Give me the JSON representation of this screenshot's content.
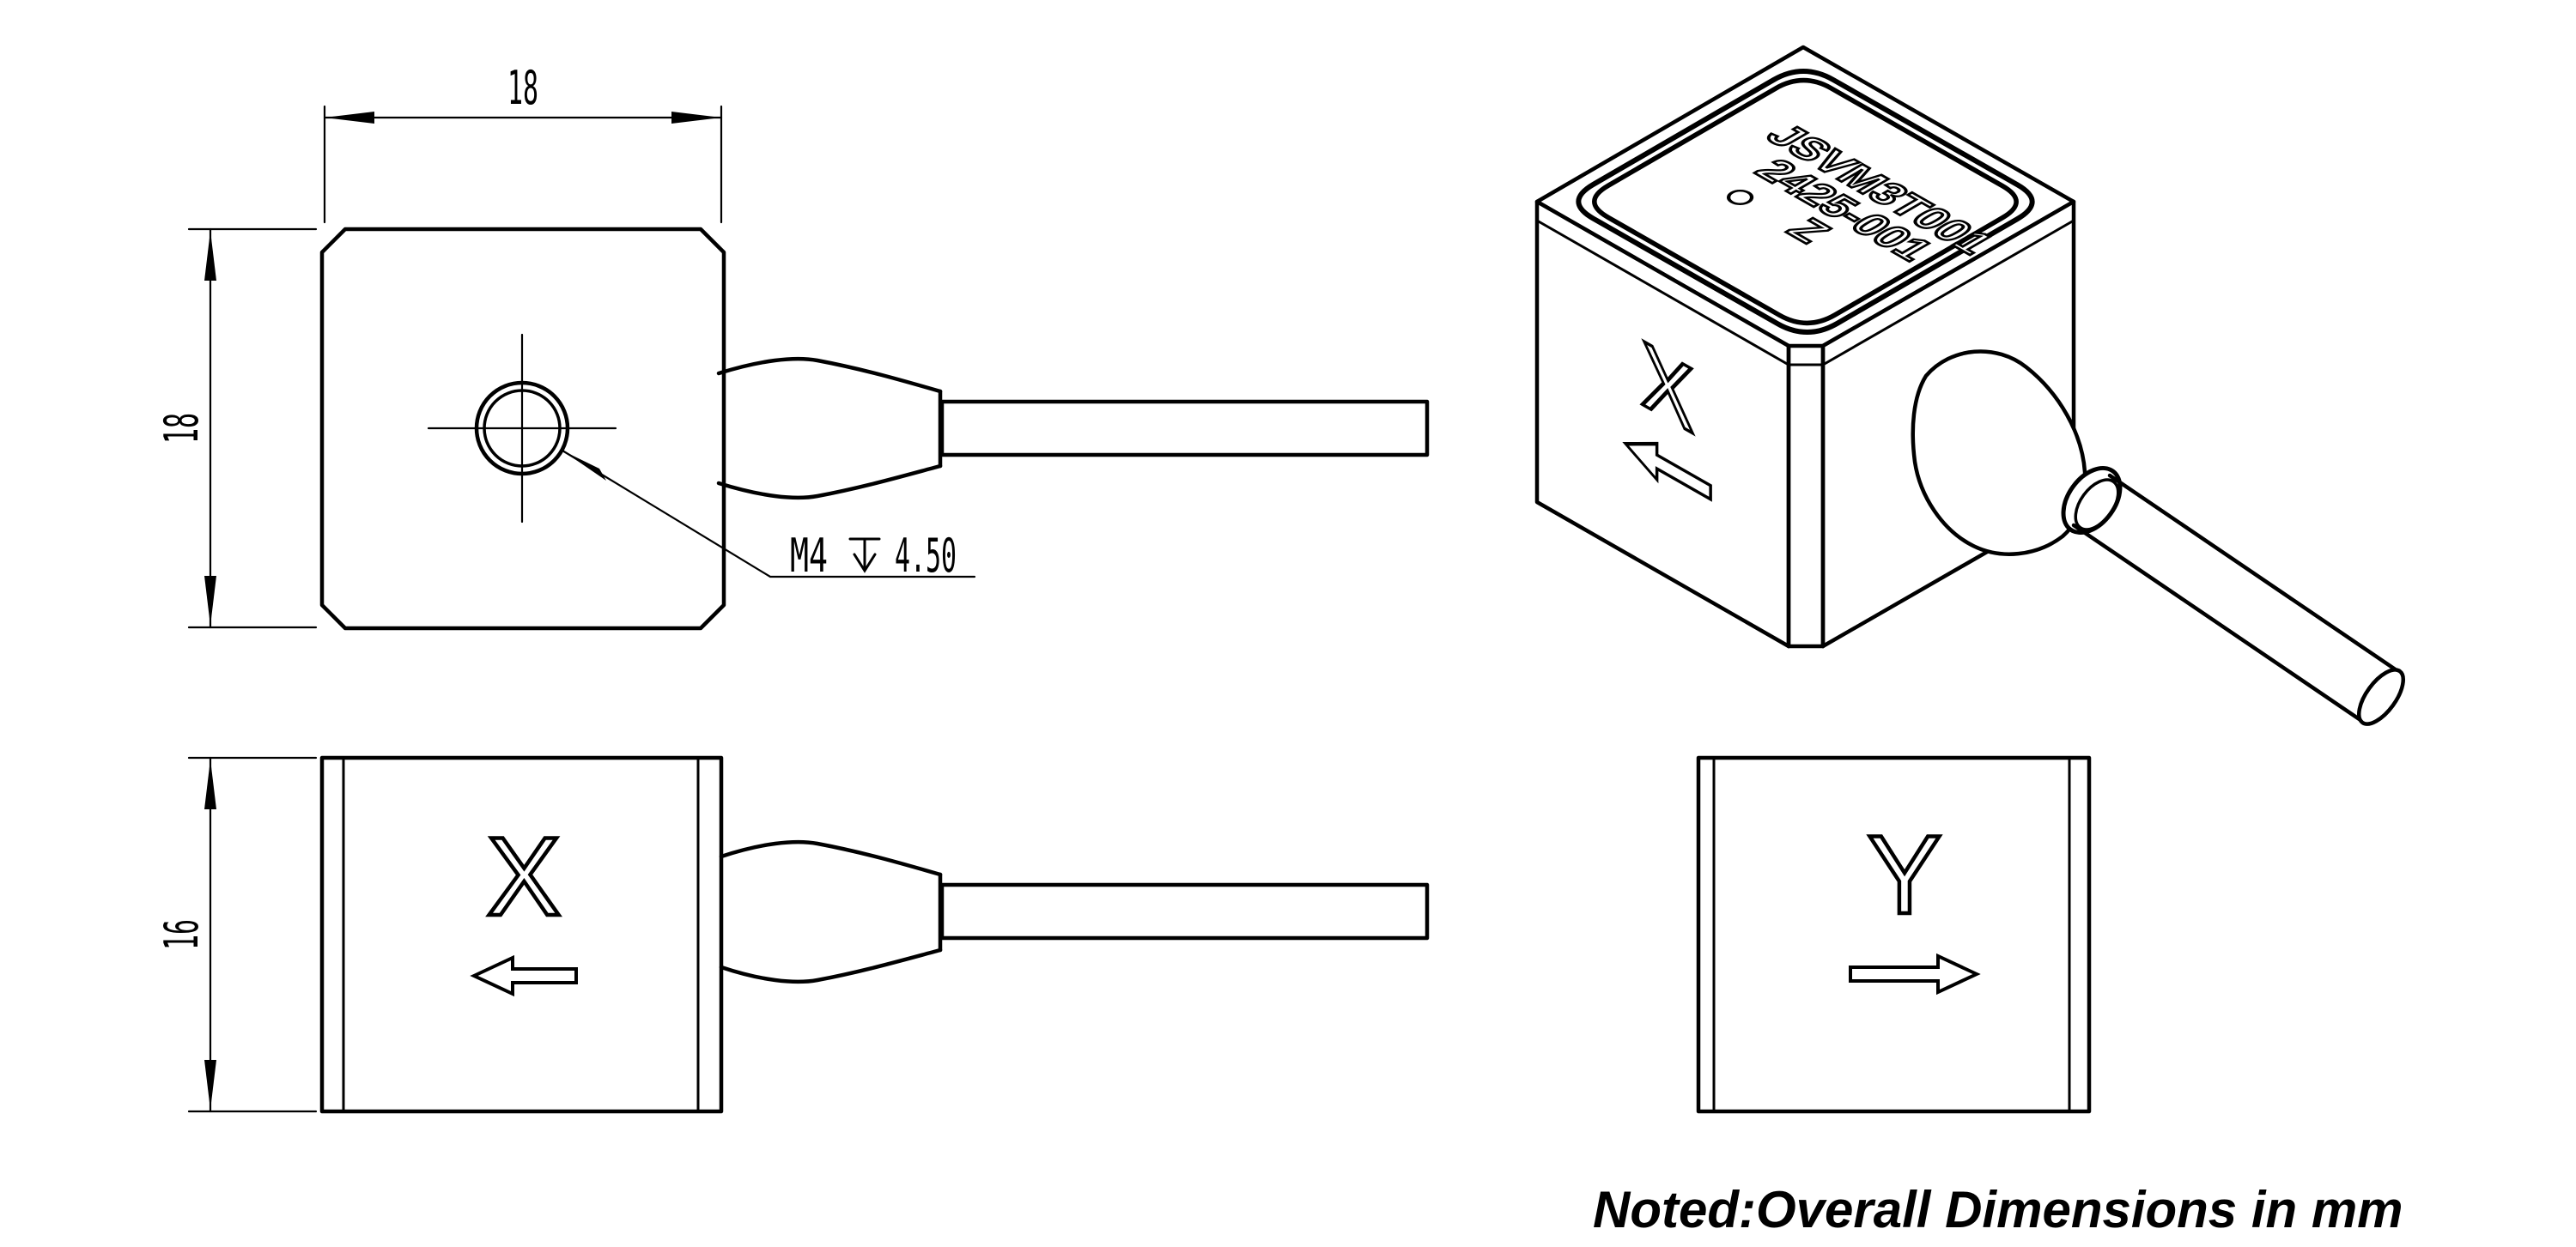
{
  "drawing": {
    "note": "Noted:Overall Dimensions in mm",
    "colors": {
      "ink": "#000000",
      "paper": "#ffffff"
    },
    "top_view": {
      "width_mm": "18",
      "height_mm": "18",
      "thread": "M4",
      "depth_symbol": "↧",
      "depth_mm": "4.50"
    },
    "front_view": {
      "axis": "X",
      "height_mm": "16"
    },
    "side_view": {
      "axis": "Y"
    },
    "iso_view": {
      "marking_line1": "JSVM3T001",
      "marking_line2": "2425-001",
      "marking_line3": "Z",
      "axis": "X"
    }
  }
}
